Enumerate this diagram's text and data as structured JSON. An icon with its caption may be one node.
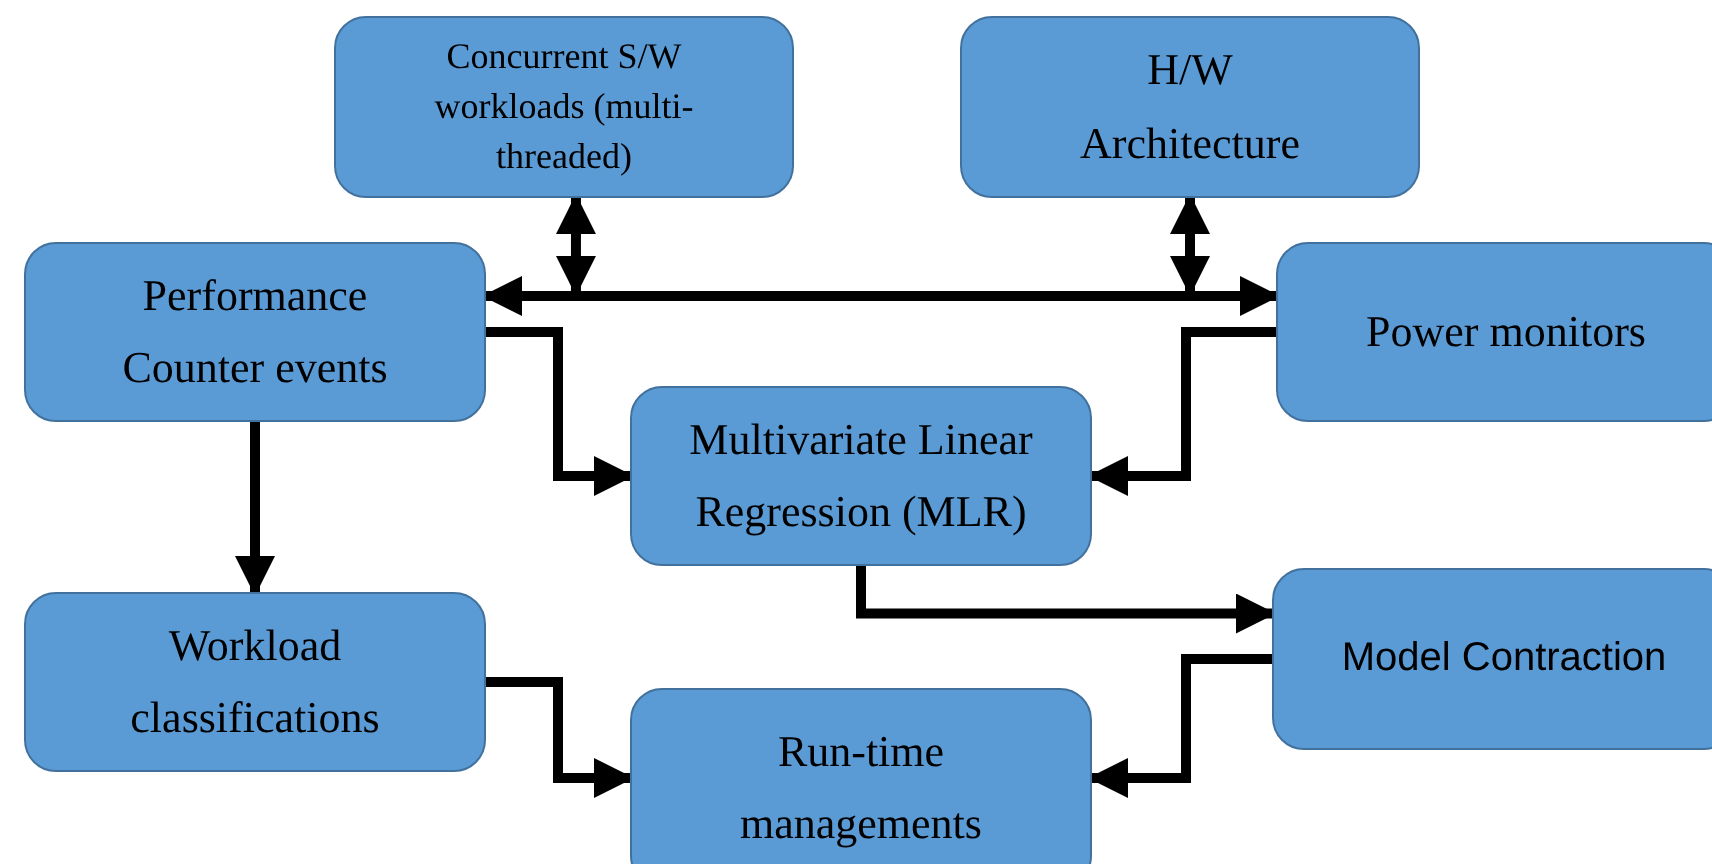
{
  "diagram": {
    "nodes": [
      {
        "text": [
          "Concurrent S/W workloads (multi-threaded)"
        ]
      },
      {
        "text": [
          "H/W Architecture"
        ]
      },
      {
        "text": [
          "Performance Counter events"
        ]
      },
      {
        "text": [
          "Power monitors"
        ]
      },
      {
        "text": [
          "Multivariate Linear Regression (MLR)"
        ]
      },
      {
        "text": [
          "Workload classifications"
        ]
      },
      {
        "text": [
          "Model Contraction"
        ]
      },
      {
        "text": [
          "Run-time managements"
        ]
      }
    ],
    "edges": [
      {
        "from": 0,
        "to": null,
        "arrow": "both"
      },
      {
        "from": 1,
        "to": null,
        "arrow": "both"
      },
      {
        "from": 2,
        "to": 3,
        "arrow": "both"
      },
      {
        "from": 2,
        "to": 4,
        "arrow": "to"
      },
      {
        "from": 3,
        "to": 4,
        "arrow": "to"
      },
      {
        "from": 2,
        "to": 5,
        "arrow": "to"
      },
      {
        "from": 4,
        "to": 6,
        "arrow": "to"
      },
      {
        "from": 5,
        "to": 7,
        "arrow": "to"
      },
      {
        "from": 6,
        "to": 7,
        "arrow": "to"
      }
    ]
  }
}
